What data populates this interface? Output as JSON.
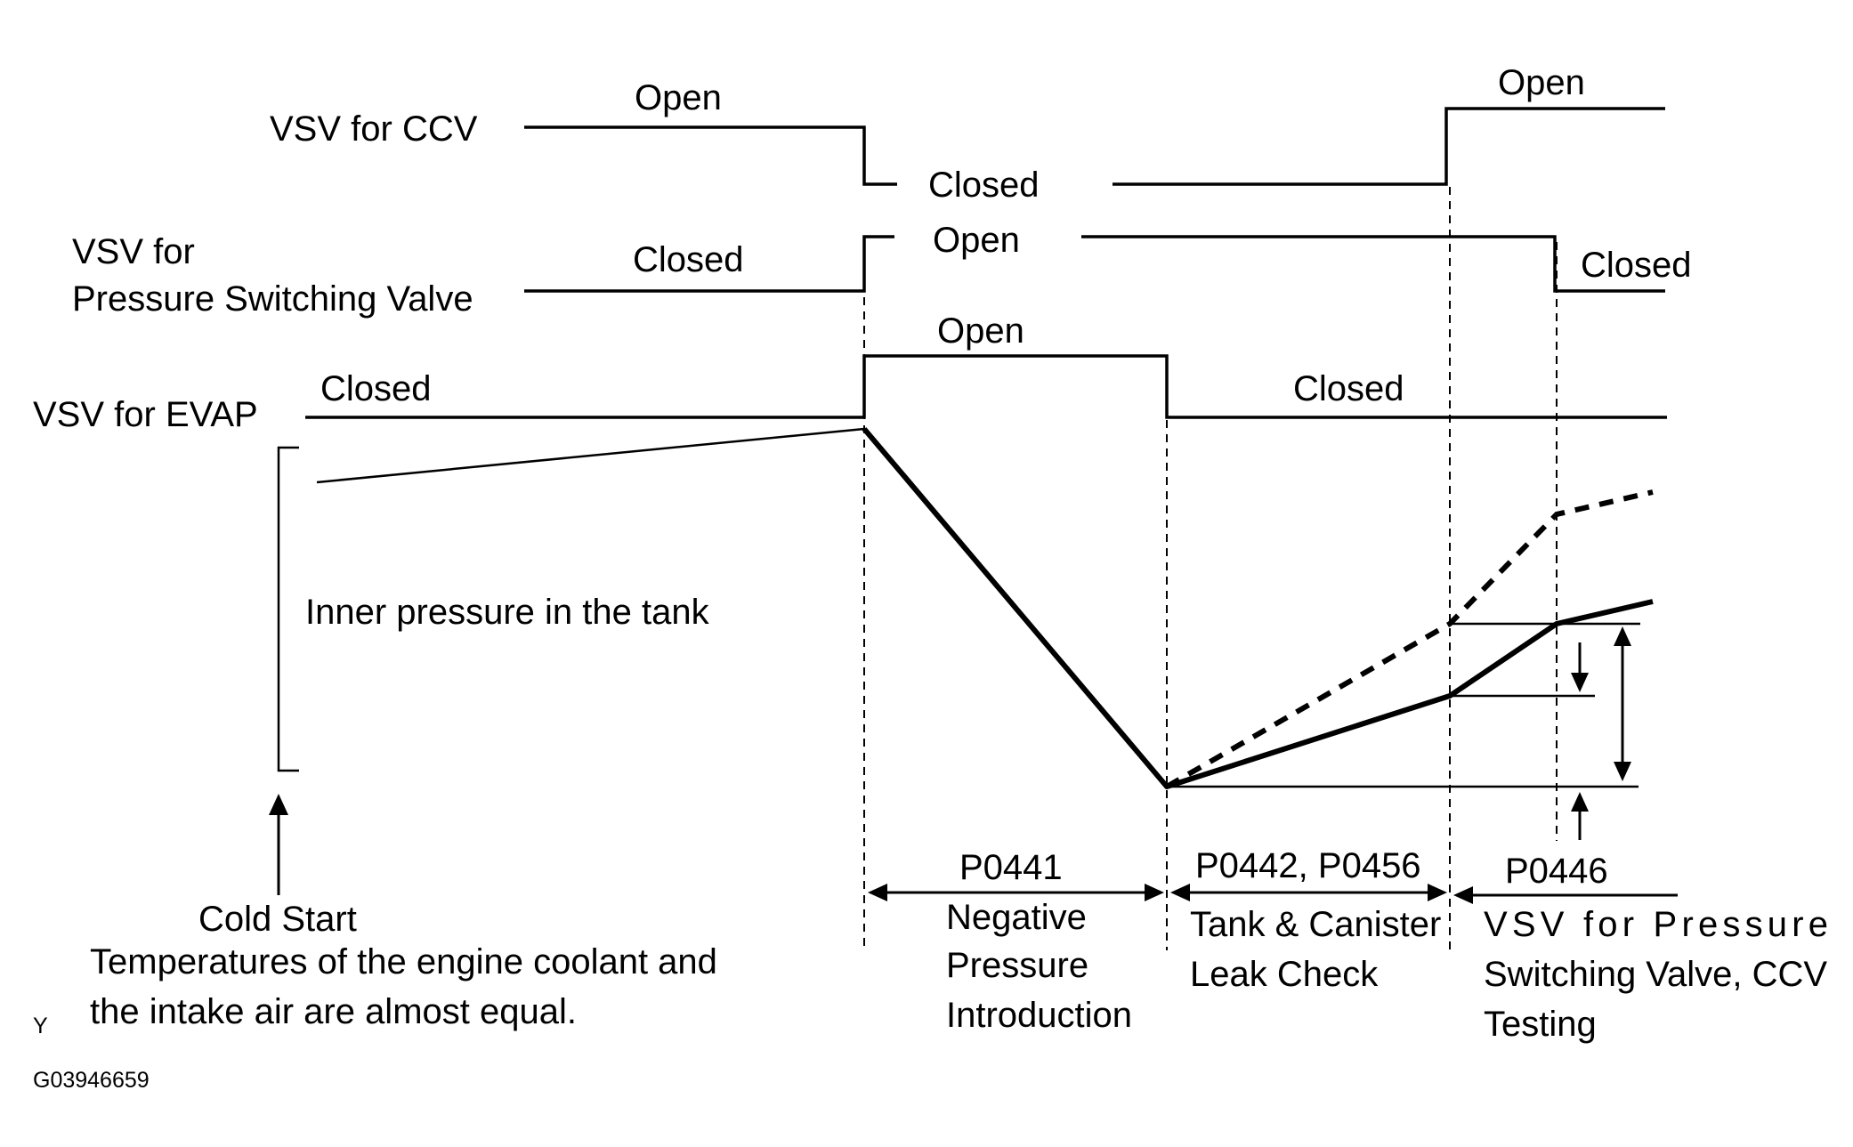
{
  "signals": {
    "ccv": {
      "name": "VSV for CCV",
      "state_open": "Open",
      "state_closed": "Closed",
      "state_open_2": "Open"
    },
    "psv": {
      "name_line1": "VSV for",
      "name_line2": "Pressure Switching Valve",
      "state_closed": "Closed",
      "state_open": "Open",
      "state_closed_2": "Closed"
    },
    "evap": {
      "name": "VSV for EVAP",
      "state_closed": "Closed",
      "state_open": "Open",
      "state_closed_2": "Closed"
    }
  },
  "tank": {
    "label": "Inner pressure in the tank"
  },
  "cold_start": {
    "label": "Cold Start",
    "note_line1": "Temperatures of the engine coolant and",
    "note_line2": "the intake air are almost equal."
  },
  "phases": [
    {
      "code": "P0441",
      "lines": [
        "Negative",
        "Pressure",
        "Introduction"
      ]
    },
    {
      "code": "P0442, P0456",
      "lines": [
        "Tank & Canister",
        "Leak Check"
      ]
    },
    {
      "code": "P0446",
      "lines": [
        "VSV for Pressure",
        "Switching Valve, CCV",
        "Testing"
      ]
    }
  ],
  "footer": {
    "mark": "Y",
    "figure_id": "G03946659"
  }
}
